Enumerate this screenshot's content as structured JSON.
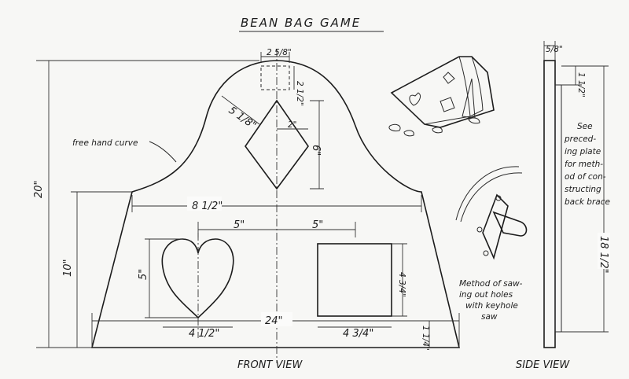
{
  "title": "BEAN BAG GAME",
  "views": {
    "front": "FRONT VIEW",
    "side": "SIDE VIEW"
  },
  "dimensions": {
    "top_block_width": "2 5/8\"",
    "top_block_height": "2 1/2\"",
    "diamond_offset": "5 1/8\"",
    "diamond_half_width": "2\"",
    "diamond_height": "6\"",
    "total_height": "20\"",
    "shoulder_width": "8 1/2\"",
    "lower_height": "10\"",
    "hole_spacing_left": "5\"",
    "hole_spacing_right": "5\"",
    "heart_height": "5\"",
    "square_height": "4 3/4\"",
    "base_width": "24\"",
    "heart_width": "4 1/2\"",
    "square_width": "4 3/4\"",
    "base_offset": "1 1/4\"",
    "side_thickness": "5/8\"",
    "side_brace_top": "1 1/2\"",
    "side_brace_length": "18 1/2\""
  },
  "notes": {
    "curve": "free hand curve",
    "side_note": [
      "See",
      "preced-",
      "ing plate",
      "for meth-",
      "od of con-",
      "structing",
      "back brace"
    ],
    "saw_note": [
      "Method of saw-",
      "ing out holes",
      "with keyhole",
      "saw"
    ]
  }
}
